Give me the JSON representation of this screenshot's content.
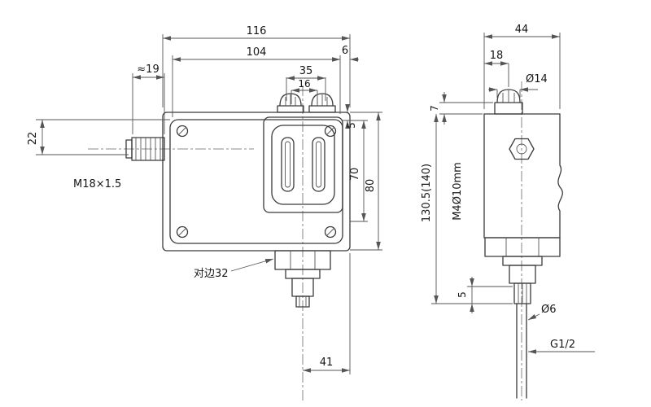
{
  "drawing": {
    "front": {
      "dims": {
        "overall_width": "116",
        "inner_width": "104",
        "top_width": "35",
        "top_inner": "16",
        "edge_offset": "6",
        "port_length": "≈19",
        "port_offset": "22",
        "bezel_gap": "5",
        "bezel_height": "70",
        "body_height": "80",
        "bottom_offset": "41"
      },
      "labels": {
        "thread": "M18×1.5",
        "across_flats": "对边32"
      }
    },
    "side": {
      "dims": {
        "depth": "44",
        "cap_offset": "18",
        "cap_dia": "Ø14",
        "cap_height": "7",
        "total_height": "130.5(140)",
        "stem_height": "5",
        "tube_dia": "Ø6"
      },
      "labels": {
        "screw": "M4Ø10mm",
        "thread": "G1/2"
      }
    }
  }
}
